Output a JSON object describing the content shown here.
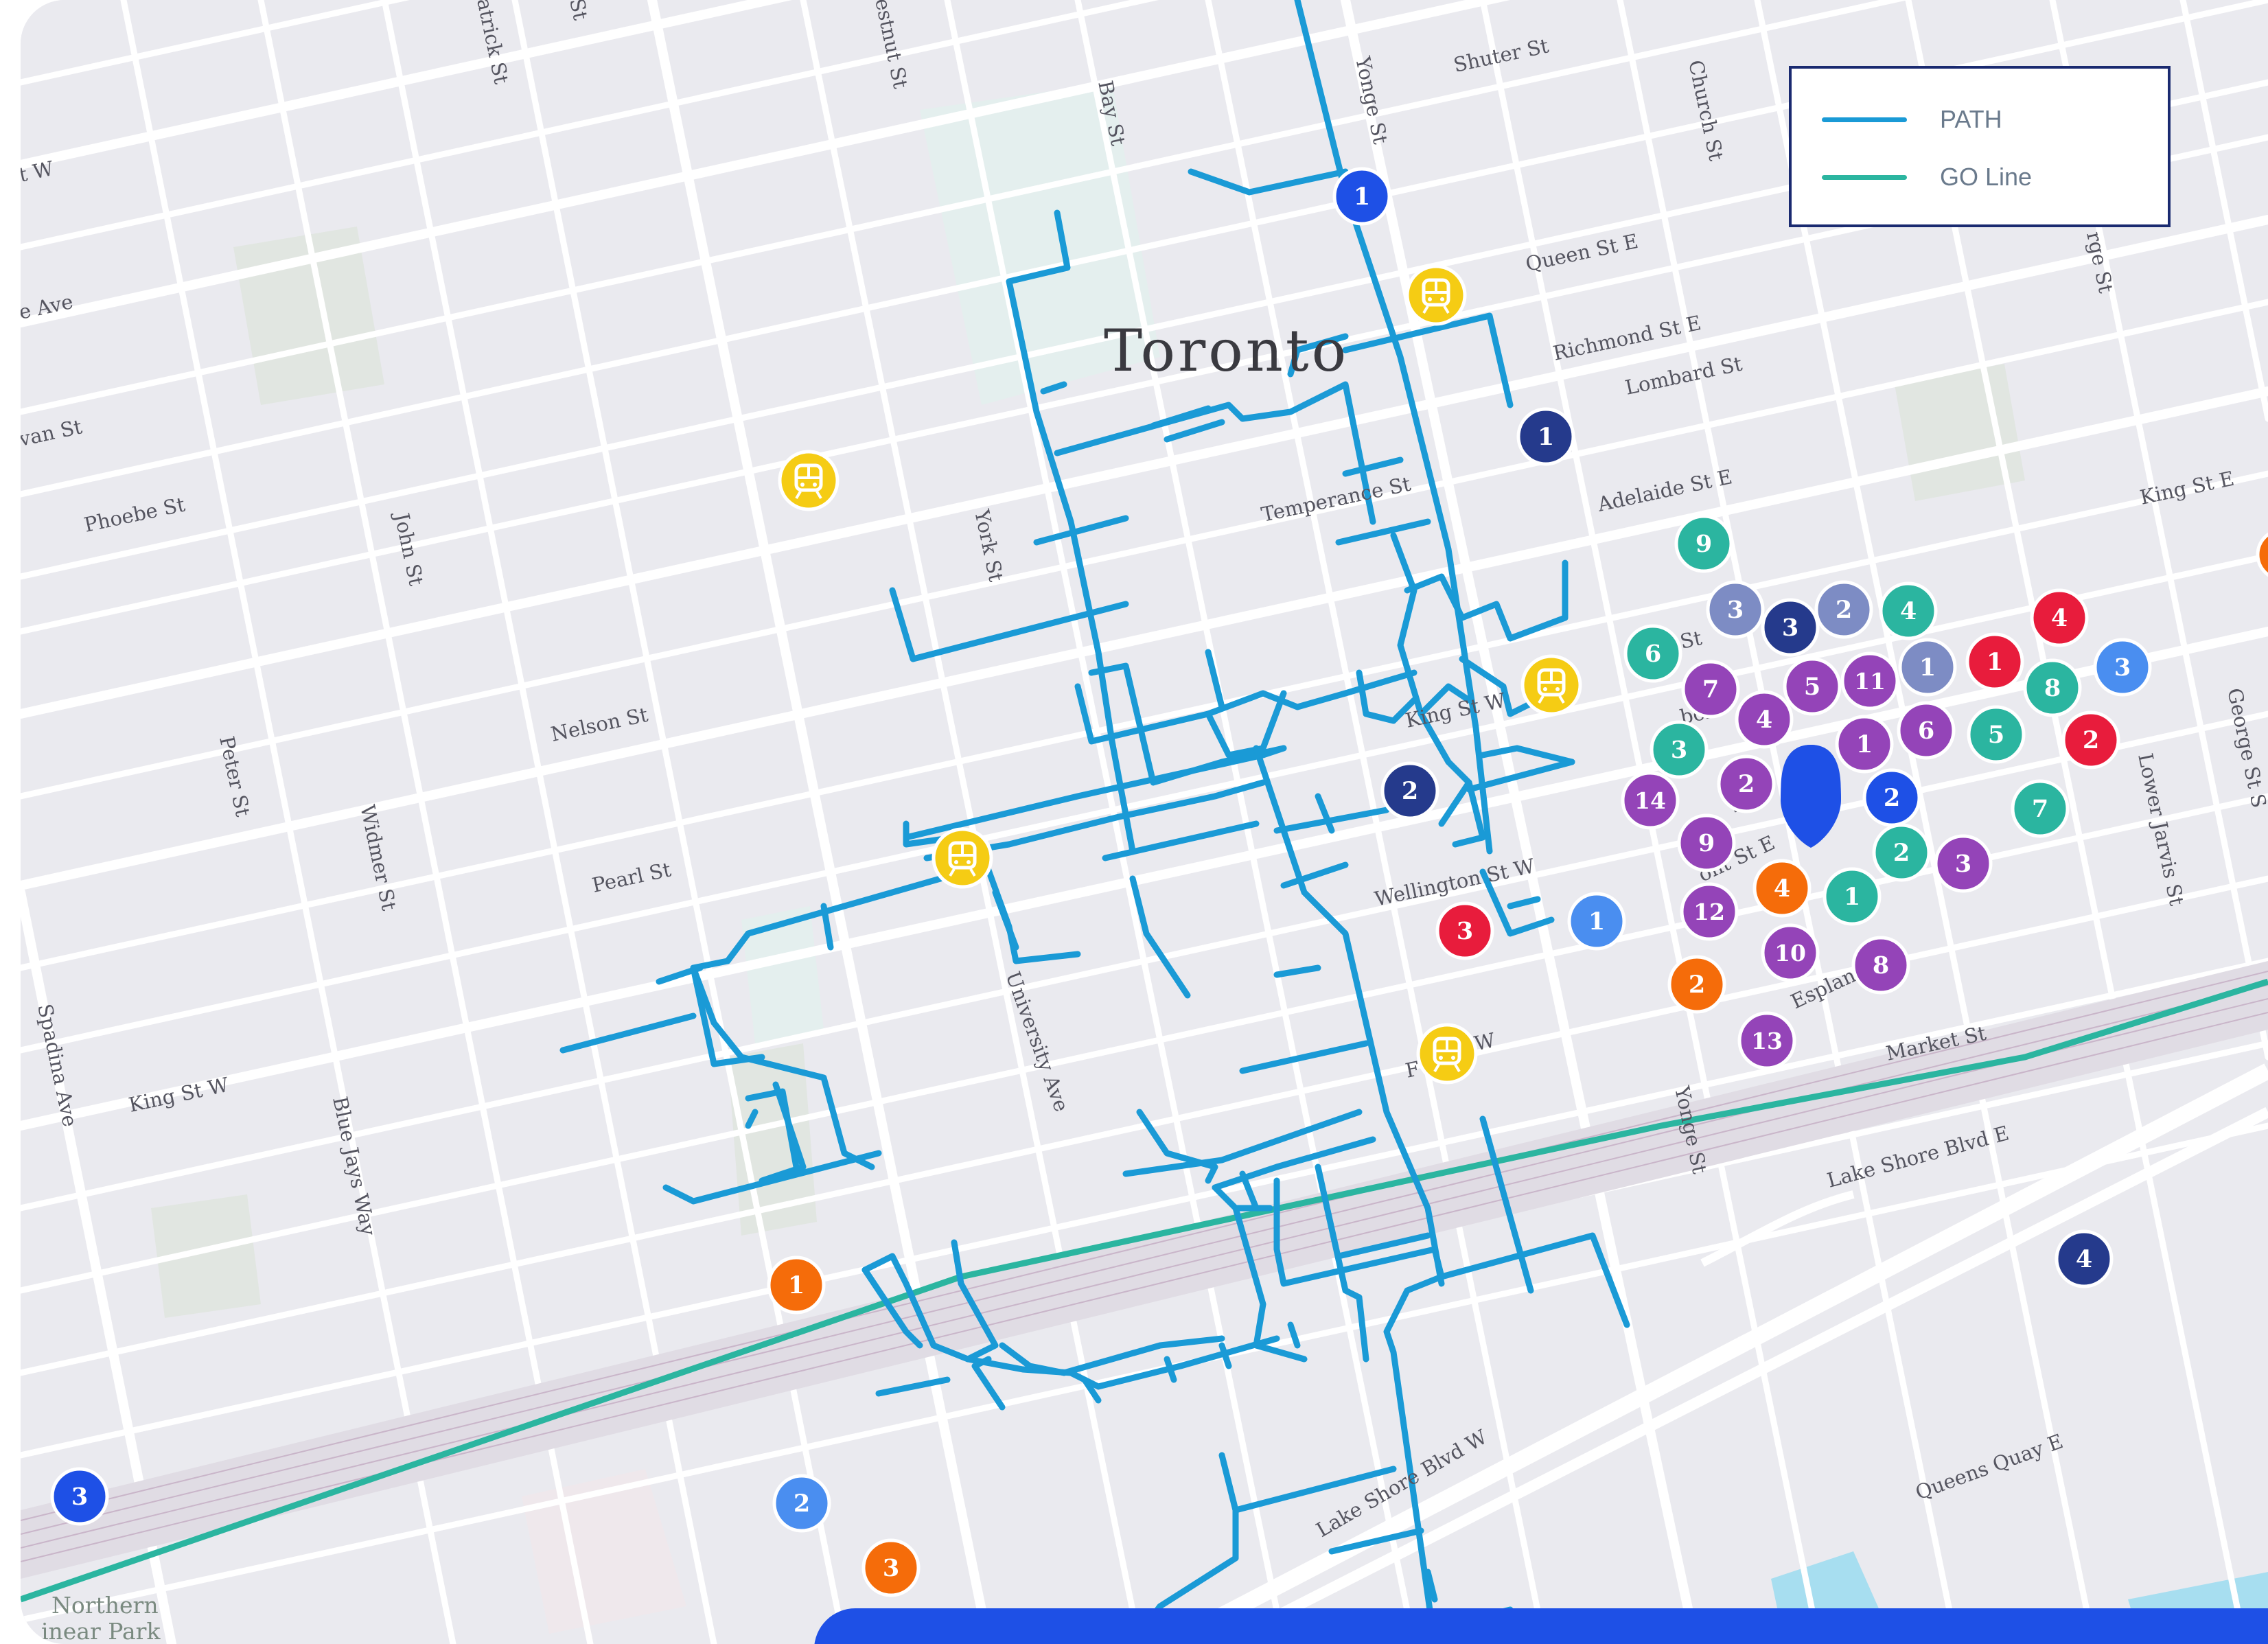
{
  "map": {
    "city_label": "Toronto",
    "park_label_line1": "Northern",
    "park_label_line2": "inear Park",
    "streets": [
      {
        "name": "Shuter St"
      },
      {
        "name": "Queen St E"
      },
      {
        "name": "Richmond St E"
      },
      {
        "name": "Lombard St"
      },
      {
        "name": "Adelaide St E"
      },
      {
        "name": "King St E"
      },
      {
        "name": "Temperance St"
      },
      {
        "name": "King St W"
      },
      {
        "name": "King St W"
      },
      {
        "name": "Wellington St W"
      },
      {
        "name": "Nelson St"
      },
      {
        "name": "Pearl St"
      },
      {
        "name": "Phoebe St"
      },
      {
        "name": "van St"
      },
      {
        "name": "e Ave"
      },
      {
        "name": "t W"
      },
      {
        "name": "Yonge St"
      },
      {
        "name": "Yonge St"
      },
      {
        "name": "Bay St"
      },
      {
        "name": "York St"
      },
      {
        "name": "Church St"
      },
      {
        "name": "estnut St"
      },
      {
        "name": "atrick St"
      },
      {
        "name": "St"
      },
      {
        "name": "John St"
      },
      {
        "name": "Peter St"
      },
      {
        "name": "Widmer St"
      },
      {
        "name": "University Ave"
      },
      {
        "name": "Blue Jays Way"
      },
      {
        "name": "Spadina Ave"
      },
      {
        "name": "Lower Jarvis St"
      },
      {
        "name": "George St S"
      },
      {
        "name": "rge St"
      },
      {
        "name": "Market St"
      },
      {
        "name": "Lake Shore Blvd E"
      },
      {
        "name": "Lake Shore Blvd W"
      },
      {
        "name": "Queens Quay E"
      },
      {
        "name": "St"
      },
      {
        "name": "bor"
      },
      {
        "name": "We"
      },
      {
        "name": "ont St E"
      },
      {
        "name": "Esplan"
      },
      {
        "name": "F"
      },
      {
        "name": "t W"
      }
    ]
  },
  "legend": {
    "items": [
      {
        "label": "PATH",
        "color": "#1a9ad6"
      },
      {
        "label": "GO Line",
        "color": "#2bb5a0"
      }
    ]
  },
  "colors": {
    "path": "#1a9ad6",
    "go_line": "#2bb5a0",
    "station": "#f5cc14",
    "navy": "#253a8c",
    "blue": "#1e50e6",
    "light_blue": "#4a8ef0",
    "red": "#e81c3c",
    "orange": "#f56c0a",
    "purple": "#9444b8",
    "teal": "#2bb5a0",
    "lavender": "#7d8cc4",
    "pin": "#1e50e6"
  },
  "markers": [
    {
      "label": "1",
      "color": "blue"
    },
    {
      "label": "1",
      "color": "navy"
    },
    {
      "label": "9",
      "color": "teal"
    },
    {
      "label": "3",
      "color": "lavender"
    },
    {
      "label": "3",
      "color": "navy"
    },
    {
      "label": "2",
      "color": "lavender"
    },
    {
      "label": "4",
      "color": "teal"
    },
    {
      "label": "4",
      "color": "red"
    },
    {
      "label": "6",
      "color": "teal"
    },
    {
      "label": "7",
      "color": "purple"
    },
    {
      "label": "5",
      "color": "purple"
    },
    {
      "label": "11",
      "color": "purple"
    },
    {
      "label": "1",
      "color": "lavender"
    },
    {
      "label": "1",
      "color": "red"
    },
    {
      "label": "8",
      "color": "teal"
    },
    {
      "label": "3",
      "color": "light_blue"
    },
    {
      "label": "4",
      "color": "purple"
    },
    {
      "label": "1",
      "color": "purple"
    },
    {
      "label": "6",
      "color": "purple"
    },
    {
      "label": "5",
      "color": "teal"
    },
    {
      "label": "2",
      "color": "red"
    },
    {
      "label": "3",
      "color": "teal"
    },
    {
      "label": "2",
      "color": "purple"
    },
    {
      "label": "2",
      "color": "blue"
    },
    {
      "label": "7",
      "color": "teal"
    },
    {
      "label": "14",
      "color": "purple"
    },
    {
      "label": "9",
      "color": "purple"
    },
    {
      "label": "2",
      "color": "teal"
    },
    {
      "label": "3",
      "color": "purple"
    },
    {
      "label": "4",
      "color": "orange"
    },
    {
      "label": "1",
      "color": "teal"
    },
    {
      "label": "12",
      "color": "purple"
    },
    {
      "label": "10",
      "color": "purple"
    },
    {
      "label": "8",
      "color": "purple"
    },
    {
      "label": "2",
      "color": "orange"
    },
    {
      "label": "13",
      "color": "purple"
    },
    {
      "label": "2",
      "color": "navy"
    },
    {
      "label": "3",
      "color": "red"
    },
    {
      "label": "1",
      "color": "light_blue"
    },
    {
      "label": "4",
      "color": "navy"
    },
    {
      "label": "1",
      "color": "orange"
    },
    {
      "label": "3",
      "color": "blue"
    },
    {
      "label": "2",
      "color": "light_blue"
    },
    {
      "label": "3",
      "color": "orange"
    }
  ],
  "stations": [
    {
      "icon": "train-icon"
    },
    {
      "icon": "train-icon"
    },
    {
      "icon": "train-icon"
    },
    {
      "icon": "train-icon"
    },
    {
      "icon": "train-icon"
    }
  ],
  "pin": {
    "icon": "map-pin-icon"
  }
}
